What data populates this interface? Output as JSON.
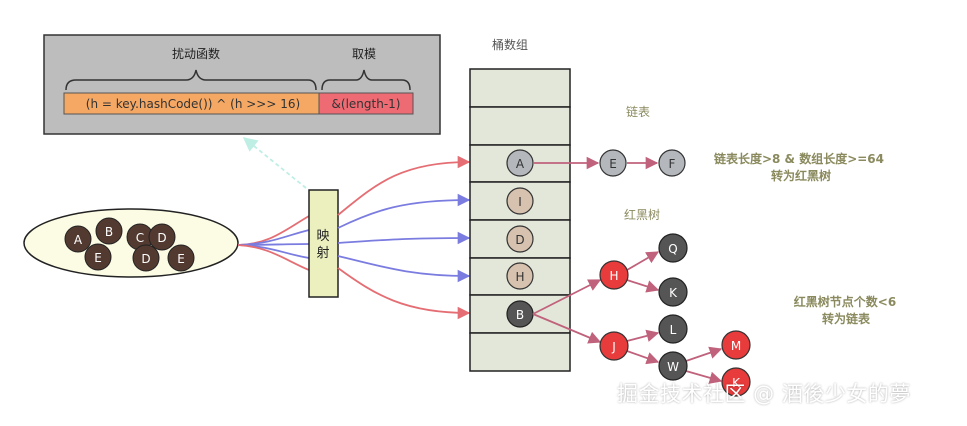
{
  "hash_box": {
    "perturb_label": "扰动函数",
    "modulo_label": "取模",
    "formula": "(h = key.hashCode()) ^ (h >>> 16)",
    "modulo_expr": "&(length-1)"
  },
  "bucket_array_label": "桶数组",
  "mapping_label": [
    "映",
    "射"
  ],
  "keys_cluster": [
    "A",
    "B",
    "C",
    "D",
    "E",
    "D",
    "E"
  ],
  "buckets": [
    "",
    "",
    "A",
    "I",
    "D",
    "H",
    "B",
    ""
  ],
  "linked_list": {
    "label": "链表",
    "nodes": [
      "E",
      "F"
    ]
  },
  "to_tree_note": [
    "链表长度>8 & 数组长度>=64",
    "转为红黑树"
  ],
  "red_black_tree": {
    "label": "红黑树",
    "nodes": {
      "root": "H",
      "upper": [
        "Q",
        "K"
      ],
      "lower_root": "J",
      "lower": [
        "L",
        "W"
      ],
      "w_children": [
        "M",
        "K"
      ]
    }
  },
  "to_list_note": [
    "红黑树节点个数<6",
    "转为链表"
  ],
  "watermark": "掘金技术社区 @ 酒後少女的夢",
  "colors": {
    "panel_bg": "#bdbdbd",
    "formula_bg": "#f5a864",
    "modulo_bg": "#ef6b73",
    "bucket_fill": "#e3e7d9",
    "mapping_fill": "#ecf0bf",
    "red_node": "#e83b3b",
    "dark_node": "#555555",
    "gray_node": "#b4b8bd",
    "beige_node": "#d6c2ae",
    "key_node": "#533a31",
    "red_arrow": "#e46e73",
    "blue_arrow": "#7b7ce0",
    "link_arrow": "#c0627c",
    "note_text": "#8a8a5e"
  }
}
